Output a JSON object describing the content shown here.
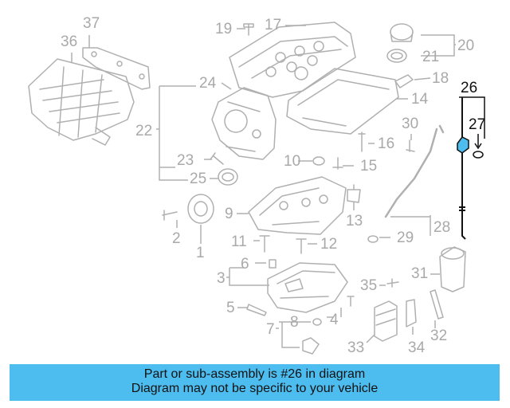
{
  "callouts": {
    "c1": "1",
    "c2": "2",
    "c3": "3",
    "c4": "4",
    "c5": "5",
    "c6": "6",
    "c7": "7",
    "c8": "8",
    "c9": "9",
    "c10": "10",
    "c11": "11",
    "c12": "12",
    "c13": "13",
    "c14": "14",
    "c15": "15",
    "c16": "16",
    "c17": "17",
    "c18": "18",
    "c19": "19",
    "c20": "20",
    "c21": "21",
    "c22": "22",
    "c23": "23",
    "c24": "24",
    "c25": "25",
    "c26": "26",
    "c27": "27",
    "c28": "28",
    "c29": "29",
    "c30": "30",
    "c31": "31",
    "c32": "32",
    "c33": "33",
    "c34": "34",
    "c35": "35",
    "c36": "36",
    "c37": "37"
  },
  "highlight_part": "26",
  "colors": {
    "banner": "#4dbdf0",
    "part_line": "#b0b0b0",
    "highlight": "#4dbdf0",
    "active_line": "#111111"
  },
  "banner": {
    "line1": "Part or sub-assembly is #26 in diagram",
    "line2": "Diagram may not be specific to your vehicle"
  }
}
